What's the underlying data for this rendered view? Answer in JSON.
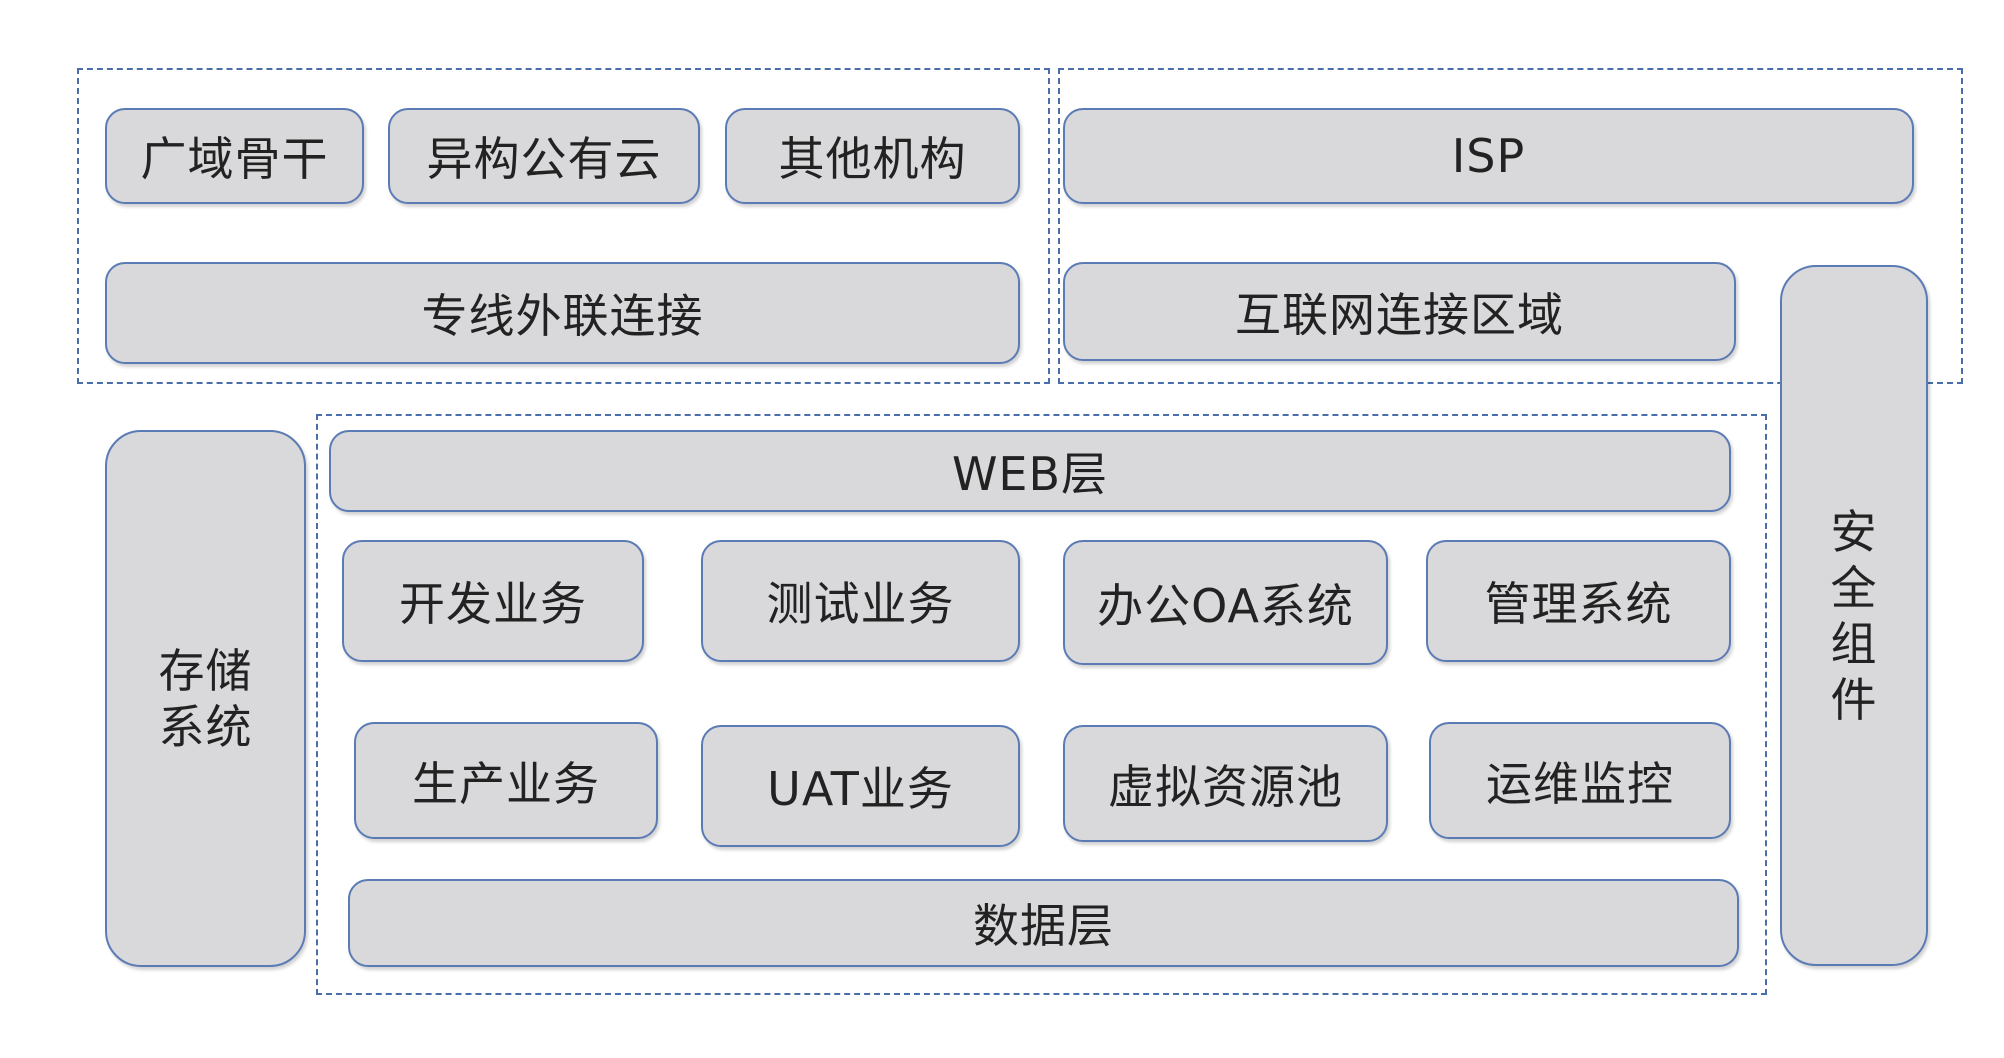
{
  "top_left_group": {
    "row1": [
      "广域骨干",
      "异构公有云",
      "其他机构"
    ],
    "dedicated": "专线外联连接"
  },
  "top_right_group": {
    "isp": "ISP",
    "internet": "互联网连接区域"
  },
  "storage": "存储系统",
  "security": "安全组件",
  "core_group": {
    "web_layer": "WEB层",
    "row1": [
      "开发业务",
      "测试业务",
      "办公OA系统",
      "管理系统"
    ],
    "row2": [
      "生产业务",
      "UAT业务",
      "虚拟资源池",
      "运维监控"
    ],
    "data_layer": "数据层"
  }
}
